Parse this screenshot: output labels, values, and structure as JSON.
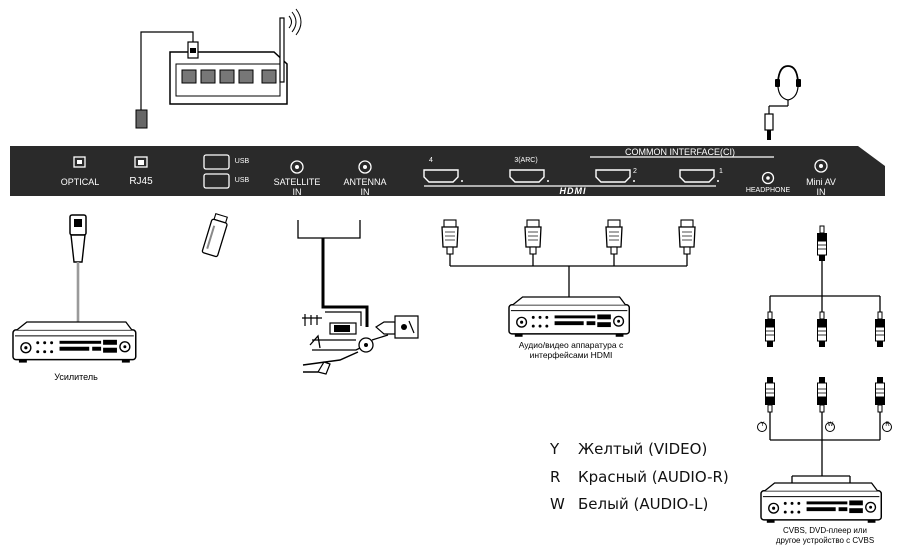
{
  "panel": {
    "ports": {
      "optical": "OPTICAL",
      "rj45": "RJ45",
      "usb1": "USB",
      "usb2": "USB",
      "satellite_line1": "SATELLITE",
      "satellite_line2": "IN",
      "antenna_line1": "ANTENNA",
      "antenna_line2": "IN",
      "hdmi4": "4",
      "hdmi3": "3(ARC)",
      "hdmi2": "2",
      "hdmi1": "1",
      "hdmi_logo": "HDMI",
      "common_interface": "COMMON INTERFACE(CI)",
      "headphone": "HEADPHONE",
      "mini_av_line1": "Mini  AV",
      "mini_av_line2": "IN"
    }
  },
  "devices": {
    "amplifier_caption": "Усилитель",
    "hdmi_device_caption_line1": "Аудио/видео аппаратура с",
    "hdmi_device_caption_line2": "интерфейсами HDMI",
    "cvbs_caption_line1": "CVBS, DVD-плеер или",
    "cvbs_caption_line2": "другое устройство с CVBS"
  },
  "connector_letters": [
    "Y",
    "W",
    "R"
  ],
  "legend": [
    {
      "letter": "Y",
      "text": "Желтый (VIDEO)"
    },
    {
      "letter": "R",
      "text": "Красный (AUDIO-R)"
    },
    {
      "letter": "W",
      "text": "Белый (AUDIO-L)"
    }
  ],
  "colors": {
    "panel": "#2a2a2a",
    "panel_text": "#ffffff",
    "optical_cable": "#9a9a9a",
    "line": "#000000"
  }
}
